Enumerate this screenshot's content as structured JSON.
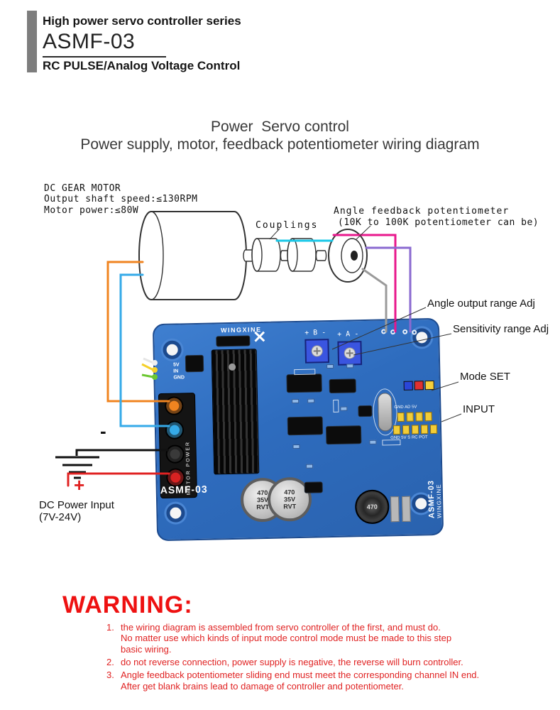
{
  "header": {
    "series": "High power servo controller series",
    "model": "ASMF-03",
    "subtitle": "RC PULSE/Analog Voltage Control"
  },
  "title": {
    "line1": "Power  Servo control",
    "line2": "Power supply, motor, feedback potentiometer wiring diagram"
  },
  "motor": {
    "name": "DC GEAR MOTOR",
    "spec_speed": "Output shaft speed:≤130RPM",
    "spec_power": "Motor power:≤80W"
  },
  "labels": {
    "couplings": "Couplings",
    "feedback_line1": "Angle feedback potentiometer",
    "feedback_line2": "(10K to 100K potentiometer can be)",
    "angle_adj": "Angle output range Adj",
    "sensitivity_adj": "Sensitivity range Adj",
    "mode_set": "Mode SET",
    "input": "INPUT",
    "dc_power": "DC Power Input\n(7V-24V)",
    "minus": "-",
    "plus": "+"
  },
  "board": {
    "brand_top": "WINGXINE",
    "trimmer_b": "+ B -",
    "trimmer_a": "+ A -",
    "pin_header": "5V\nIN\nGND",
    "terminal_label": "MOTOR POWER",
    "model_silk": "ASMF-03",
    "cap_label": "470\n35V\nRVT",
    "inductor_value": "470",
    "input_row1": "GND AD 5V",
    "input_row2": "GND 5V S RC POT",
    "side_model": "ASMF-03",
    "side_brand": "WINGXINE"
  },
  "warning": {
    "title": "WARNING:",
    "items": [
      {
        "num": "1.",
        "text": "the wiring diagram is assembled from servo controller of the first, and must do.\nNo matter use which kinds of input mode control mode must be made to this step\nbasic wiring."
      },
      {
        "num": "2.",
        "text": "do not reverse connection, power supply is negative, the reverse will burn controller."
      },
      {
        "num": "3.",
        "text": "Angle feedback potentiometer sliding end must meet the corresponding channel IN end.\nAfter get blank brains lead to damage of controller and potentiometer."
      }
    ]
  },
  "colors": {
    "board_blue": "#2e6cbe",
    "accent_red": "#e02222",
    "wire_orange": "#f08420",
    "wire_blue": "#35aae8",
    "wire_magenta": "#e8188c",
    "wire_purple": "#8a6ad0",
    "wire_gray": "#9a9a9a",
    "wire_cyan": "#18c8e8"
  }
}
